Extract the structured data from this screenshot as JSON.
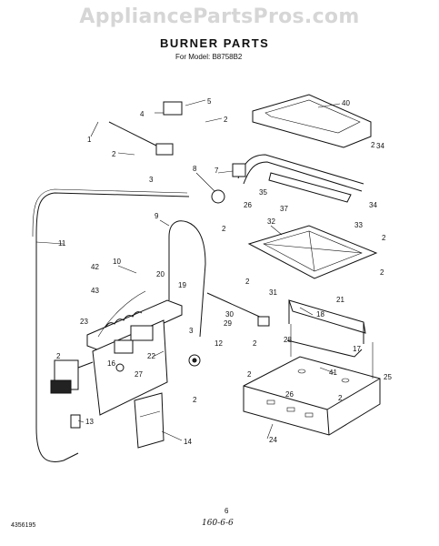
{
  "watermark": "AppliancePartsPros.com",
  "title": "BURNER PARTS",
  "subtitle": "For Model: B8758B2",
  "doc_number": "4356195",
  "page_number": "6",
  "handwritten_note": "160-6-6",
  "callouts": [
    "1",
    "2",
    "3",
    "4",
    "5",
    "2",
    "40",
    "2",
    "34",
    "8",
    "7",
    "35",
    "26",
    "37",
    "34",
    "9",
    "2",
    "32",
    "33",
    "2",
    "11",
    "10",
    "20",
    "42",
    "43",
    "19",
    "2",
    "2",
    "31",
    "21",
    "23",
    "30",
    "18",
    "3",
    "2",
    "29",
    "28",
    "17",
    "22",
    "12",
    "2",
    "16",
    "27",
    "41",
    "25",
    "26",
    "2",
    "13",
    "14",
    "24",
    "2",
    "2"
  ]
}
